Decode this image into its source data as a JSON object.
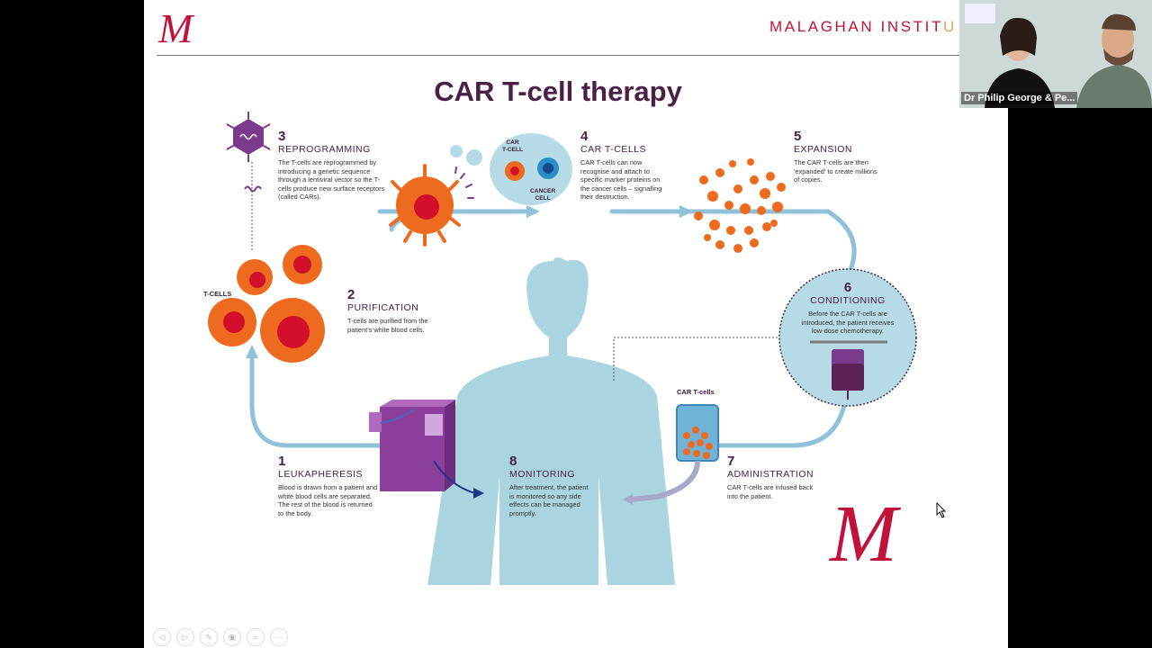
{
  "slide": {
    "logo": "M",
    "institute_main": "MALAGHAN INSTIT",
    "institute_faded": "U",
    "title": "CAR T-cell therapy",
    "bottom_logo": "M",
    "labels": {
      "tcells": "T-CELLS",
      "car_tcell_line1": "CAR",
      "car_tcell_line2": "T-CELL",
      "cancer_line1": "CANCER",
      "cancer_line2": "CELL",
      "car_tcells_bag": "CAR T-cells"
    },
    "steps": [
      {
        "num": "1",
        "head": "LEUKAPHERESIS",
        "desc": "Blood is drawn from a patient and white blood cells are separated. The rest of the blood is returned to the body."
      },
      {
        "num": "2",
        "head": "PURIFICATION",
        "desc": "T-cells are purified from the patient's white blood cells."
      },
      {
        "num": "3",
        "head": "REPROGRAMMING",
        "desc": "The T-cells are reprogrammed by introducing a genetic sequence through a lentiviral vector so the T-cells produce new surface receptors (called CARs)."
      },
      {
        "num": "4",
        "head": "CAR T-CELLS",
        "desc": "CAR T-cells can now recognise and attach to specific marker proteins on the cancer cells – signalling their destruction."
      },
      {
        "num": "5",
        "head": "EXPANSION",
        "desc": "The CAR T-cells are then 'expanded' to create millions of copies."
      },
      {
        "num": "6",
        "head": "CONDITIONING",
        "desc": "Before the CAR T-cells are introduced, the patient receives low-dose chemotherapy."
      },
      {
        "num": "7",
        "head": "ADMINISTRATION",
        "desc": "CAR T-cells are infused back into the patient."
      },
      {
        "num": "8",
        "head": "MONITORING",
        "desc": "After treatment, the patient is monitored so any side effects can be managed promptly."
      }
    ]
  },
  "video": {
    "caption": "Dr Philip George & Pe..."
  },
  "toolbar": {
    "icons": [
      "prev-icon",
      "next-icon",
      "pen-icon",
      "slides-icon",
      "zoom-icon",
      "more-icon"
    ],
    "glyphs": [
      "◁",
      "▷",
      "✎",
      "▣",
      "⌕",
      "⋯"
    ]
  },
  "colors": {
    "brand": "#c1123a",
    "title": "#4a2046",
    "body": "#a9d4e0",
    "cell": "#ee6a1e",
    "purple": "#7b3a8e"
  }
}
